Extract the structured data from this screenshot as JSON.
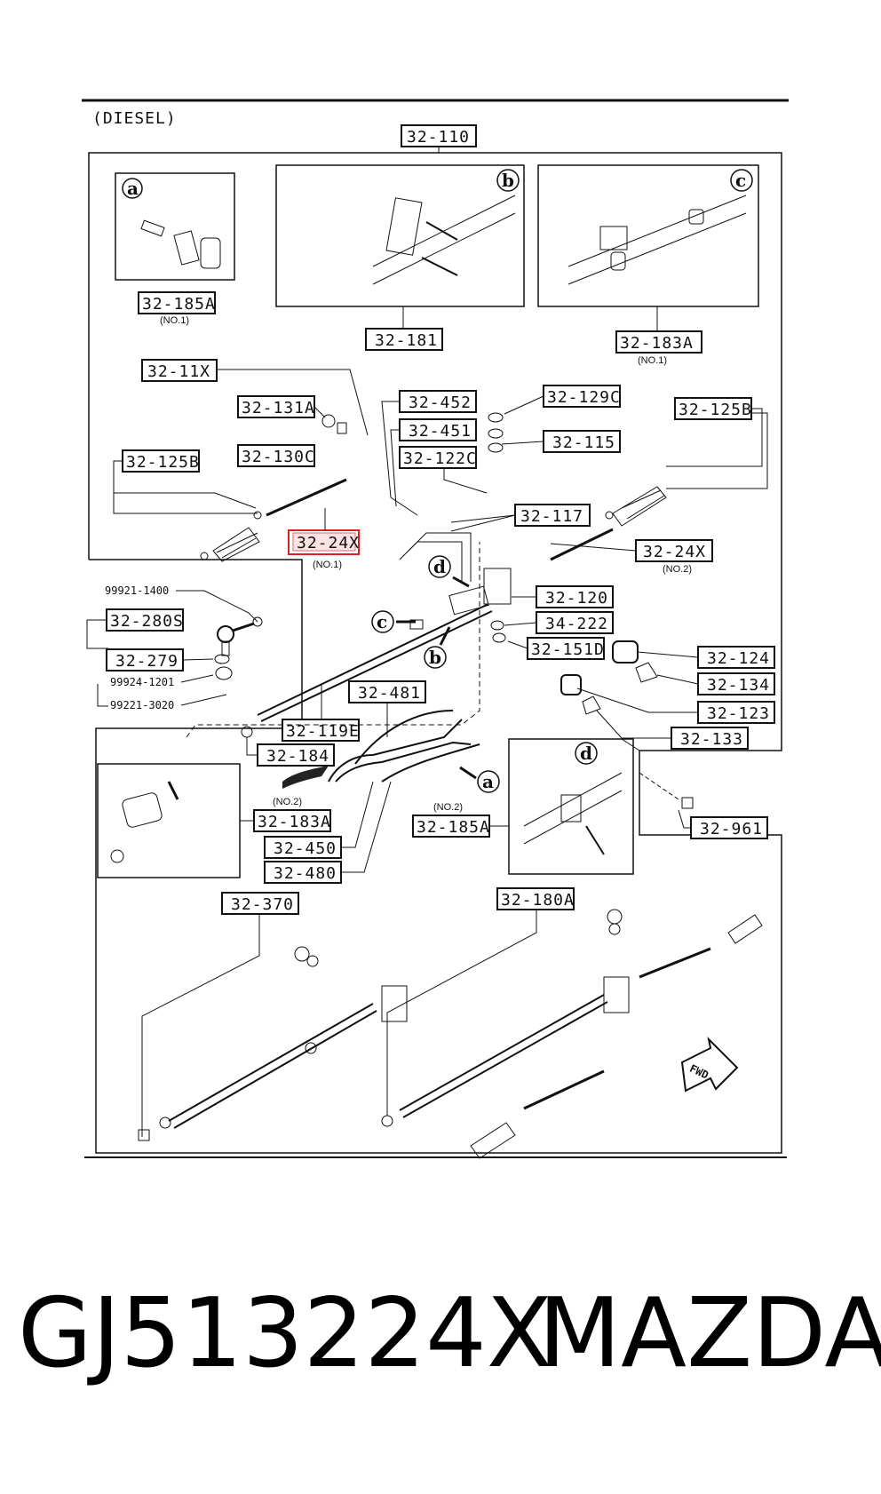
{
  "header": {
    "variant": "(DIESEL)"
  },
  "callouts": {
    "a": "a",
    "b": "b",
    "c": "c",
    "d": "d"
  },
  "labels": {
    "p32_110": "32-110",
    "p32_185A_top": "32-185A",
    "p32_181": "32-181",
    "p32_183A_top": "32-183A",
    "p32_11X": "32-11X",
    "p32_131A": "32-131A",
    "p32_130C": "32-130C",
    "p32_125B_left": "32-125B",
    "p32_452": "32-452",
    "p32_451": "32-451",
    "p32_122C": "32-122C",
    "p32_129C": "32-129C",
    "p32_115": "32-115",
    "p32_125B_right": "32-125B",
    "p32_117": "32-117",
    "p32_24X_no1": "32-24X",
    "p32_24X_no2": "32-24X",
    "p32_120": "32-120",
    "p34_222": "34-222",
    "p32_151D": "32-151D",
    "p32_124": "32-124",
    "p32_134": "32-134",
    "p32_123": "32-123",
    "p32_133": "32-133",
    "p32_280S": "32-280S",
    "p32_279": "32-279",
    "p32_481": "32-481",
    "p32_119E": "32-119E",
    "p32_184": "32-184",
    "p32_183A_bottom": "32-183A",
    "p32_450": "32-450",
    "p32_480": "32-480",
    "p32_185A_bottom": "32-185A",
    "p32_961": "32-961",
    "p32_370": "32-370",
    "p32_180A": "32-180A",
    "n99921_1400": "99921-1400",
    "n99924_1201": "99924-1201",
    "n99221_3020": "99221-3020"
  },
  "notes": {
    "no1_a": "(NO.1)",
    "no1_c": "(NO.1)",
    "no1_24x": "(NO.1)",
    "no2_24x": "(NO.2)",
    "no2_183a": "(NO.2)",
    "no2_185a": "(NO.2)"
  },
  "fwd": "FWD",
  "highlight_color": "#e02020",
  "caption": {
    "part_number": "GJ513224X",
    "brand": "MAZDA"
  }
}
